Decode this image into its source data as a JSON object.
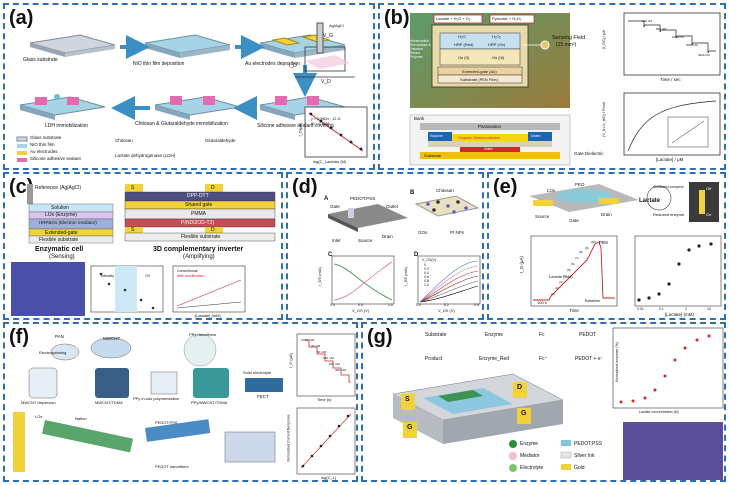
{
  "labels": {
    "a": "(a)",
    "b": "(b)",
    "c": "(c)",
    "d": "(d)",
    "e": "(e)",
    "f": "(f)",
    "g": "(g)"
  },
  "panel_a": {
    "steps": [
      "Glass substrate",
      "NiO thin film deposition",
      "Au electrodes deposition",
      "Silicone adhesive sealant covering",
      "Chitosan & Glutaraldehyde immobilization",
      "LDH immobilization"
    ],
    "legend": [
      "Glass substrate",
      "NiO thin film",
      "Au electrodes",
      "Silicone adhesive sealant"
    ],
    "chem": [
      "Chitosan",
      "Glutaraldehyde",
      "Lactate dehydrogenase (LDH)"
    ],
    "circuit": {
      "vg": "V_G",
      "vd": "V_D",
      "id": "I_D",
      "ref": "Ag/AgCl"
    },
    "plot": {
      "eq": "y = 0.0962x - 12.11",
      "r2": "R² = 0.9958",
      "xlabel": "log(C_Lactate) (M)",
      "ylabel": "I_D(μA)"
    }
  },
  "panel_b": {
    "rxn1": "Lactate + H₂O + O₂",
    "rxn2": "Pyruvate + H₂O₂",
    "h2o": "H₂O",
    "h2o2": "H₂O₂",
    "hrp_red": "HRP (Red)",
    "hrp_ox": "HRP (Ox)",
    "os_red": "Os (II)",
    "os_ox": "Os (III)",
    "side": "Horseradish Peroxidase & Osmium Redox Polymer",
    "gate": "Extended-gate (Au)",
    "pen": "Substrate (PEN Film)",
    "sensing": "Sensing Field",
    "area": "(15 mm²)",
    "dev": {
      "bank": "Bank",
      "pass": "Passivation",
      "src": "Source",
      "osc": "Organic Semiconductor",
      "drain": "Drain",
      "gate": "Gate",
      "sub": "Substrate",
      "diel": "Gate Dielectric"
    },
    "top_plot": {
      "ylabel": "|I_DS| / μA",
      "xlabel": "Time / sec",
      "ann": [
        "100 nM",
        "500 nM",
        "1000 nM",
        "2000 nM",
        "4000 nM"
      ]
    },
    "bot_plot": {
      "ylabel": "(V_th-V_th0) / Fmol",
      "xlabel": "[Lactate] / μM"
    }
  },
  "panel_c": {
    "ref": "Reference (Ag|AgCl)",
    "stack_left": [
      "Solution",
      "LOx (Enzyme)",
      "HRP&Os (Electron mediator)",
      "Extended-gate",
      "Flexible substrate"
    ],
    "left_caption": "Enzymatic cell",
    "left_sub": "(Sensing)",
    "stack_right": [
      "DPP-DTT",
      "Shared gate",
      "PMMA",
      "P(NDI2OD-T2)",
      "Flexible substrate"
    ],
    "s": "S",
    "d": "D",
    "right_caption": "3D complementary inverter",
    "right_sub": "(Amplifying)",
    "plot_legend": [
      "Conventional",
      "With amplification"
    ],
    "plot_xlabel": "[Lactate] (mM)",
    "plot_labels": [
      "Intensity",
      "OV"
    ]
  },
  "panel_d": {
    "A": "A",
    "B": "B",
    "C": "C",
    "D": "D",
    "labels": [
      "Gate",
      "PEDOT:PSS",
      "Outlet",
      "Inlet",
      "Source",
      "Drain",
      "Chitosan"
    ],
    "legend": [
      "GOx",
      "Pt NPs"
    ],
    "c_xlabel": "V_GS (V)",
    "c_ylabel": "I_DS (mA)",
    "c_ticks_x": [
      "0.0",
      "0.5",
      "1.0"
    ],
    "d_xlabel": "V_DS (V)",
    "d_ylabel": "I_DS (mA)",
    "d_ticks_x": [
      "0.0",
      "0.2",
      "0.4"
    ],
    "d_series": [
      "V_GS(V)",
      "0",
      "0.2",
      "0.4",
      "0.6",
      "0.8",
      "1.0"
    ]
  },
  "panel_e": {
    "device": [
      "LOx",
      "PEO",
      "Source",
      "Drain",
      "Gate"
    ],
    "enz": [
      "Oxidised enzyme",
      "Reduced enzyme",
      "Lactate"
    ],
    "onoff": [
      "Off",
      "On"
    ],
    "plot": {
      "ylabel": "I_D (μA)",
      "xlabel": "Time",
      "xlabel2": "[Lactate] (mM)",
      "pbs": "PBS",
      "baseline": "Baseline",
      "scale": "100 s",
      "lactate": "Lactate (mM)"
    },
    "x_ticks": [
      "0.01",
      "0.1",
      "1",
      "10"
    ],
    "marks": [
      "(1)",
      "(2)",
      "(3)",
      "(4)",
      "(5)",
      "(6)",
      "(7)",
      "(8)",
      "(9)",
      "(10)"
    ]
  },
  "panel_f": {
    "labels": [
      "PAN",
      "MWCNT",
      "Electrospinning",
      "PPy nanofibers",
      "MWCNT dispersion",
      "MWCNT/TDMA",
      "PPy in-situ polymerization",
      "PPy/MWCNT/TDMA",
      "Solid electrolyte",
      "FECT",
      "LOx",
      "Nafion",
      "PEDOT:PSS",
      "PEDOT nanofibers"
    ],
    "top_plot": {
      "ylabel": "I_D (μA)",
      "xlabel": "Time (s)",
      "ann": [
        "10 mM",
        "30 mM",
        "50 mM",
        "100 mM",
        "200 mM",
        "300 mM"
      ]
    },
    "bot_plot": {
      "ylabel": "Normalized Current Response",
      "xlabel": "log(C_L)"
    }
  },
  "panel_g": {
    "cycle_top": [
      "Substrate",
      "Enzyme",
      "Fc",
      "PEDOT"
    ],
    "cycle_bot": [
      "Product",
      "Enzyme_Red",
      "Fc⁺",
      "PEDOT + e⁻"
    ],
    "s": "S",
    "d": "D",
    "g": "G",
    "legend": [
      "Enzyme",
      "PEDOT:PSS",
      "Mediator",
      "Silver Ink",
      "Electrolyte",
      "Gold"
    ],
    "plot": {
      "ylabel": "Normalised response (%)",
      "xlabel": "Lactate concentration (M)"
    }
  },
  "colors": {
    "border": "#2e6fb6",
    "pink": "#e36bb0",
    "yellow": "#f2d23b",
    "teal": "#3fb8c6",
    "blue": "#3e7cc7",
    "green": "#7ac36a",
    "red": "#d7262b"
  }
}
